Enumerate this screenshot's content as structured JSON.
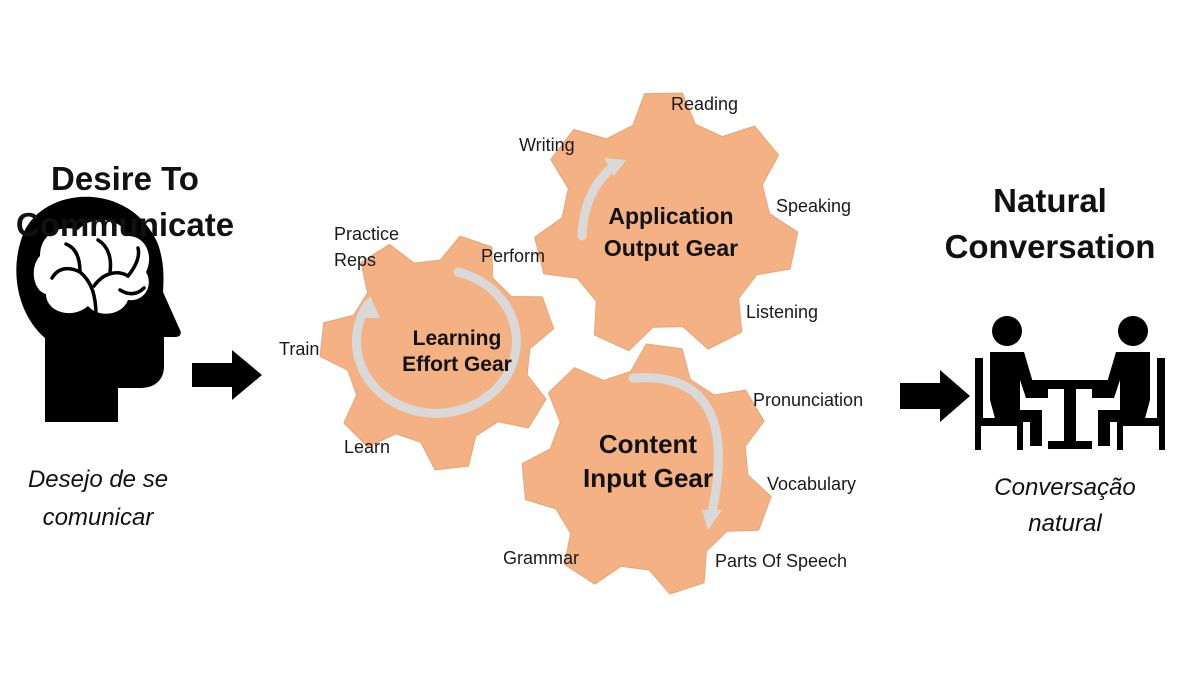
{
  "left": {
    "title_line1": "Desire To",
    "title_line2": "Communicate",
    "subtitle_line1": "Desejo de se",
    "subtitle_line2": "comunicar",
    "icon": "brain-head-icon"
  },
  "right": {
    "title_line1": "Natural",
    "title_line2": "Conversation",
    "subtitle_line1": "Conversação",
    "subtitle_line2": "natural",
    "icon": "two-people-at-table-icon"
  },
  "gears": {
    "color": "#F4B183",
    "outline": "#E7A574",
    "arrow_color": "#D9D9D9",
    "learning": {
      "title_line1": "Learning",
      "title_line2": "Effort Gear",
      "labels": {
        "practice_line1": "Practice",
        "practice_line2": "Reps",
        "perform": "Perform",
        "train": "Train",
        "learn": "Learn"
      }
    },
    "application": {
      "title_line1": "Application",
      "title_line2": "Output Gear",
      "labels": {
        "reading": "Reading",
        "writing": "Writing",
        "speaking": "Speaking",
        "listening": "Listening"
      }
    },
    "content": {
      "title_line1": "Content",
      "title_line2": "Input Gear",
      "labels": {
        "pronunciation": "Pronunciation",
        "vocabulary": "Vocabulary",
        "grammar": "Grammar",
        "parts_of_speech": "Parts Of Speech"
      }
    }
  },
  "arrows": {
    "color": "#000000",
    "icon": "right-arrow-icon"
  }
}
